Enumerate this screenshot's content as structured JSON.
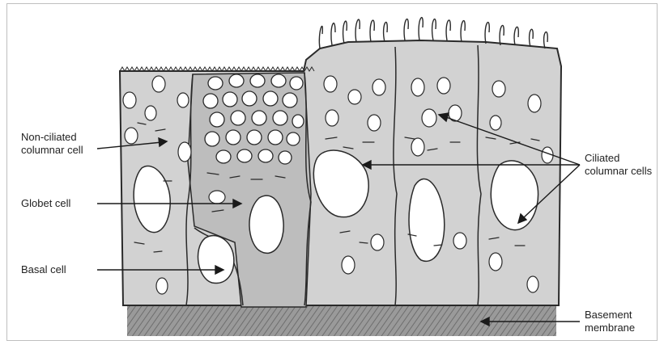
{
  "labels": {
    "non_ciliated_1": "Non-ciliated",
    "non_ciliated_2": "columnar cell",
    "globet": "Globet cell",
    "basal": "Basal cell",
    "ciliated_1": "Ciliated",
    "ciliated_2": "columnar cells",
    "basement_1": "Basement",
    "basement_2": "membrane"
  },
  "colors": {
    "cytoplasm": "#d2d2d2",
    "goblet": "#bdbdbd",
    "outline": "#2a2a2a",
    "membrane": "#8c8c8c"
  }
}
